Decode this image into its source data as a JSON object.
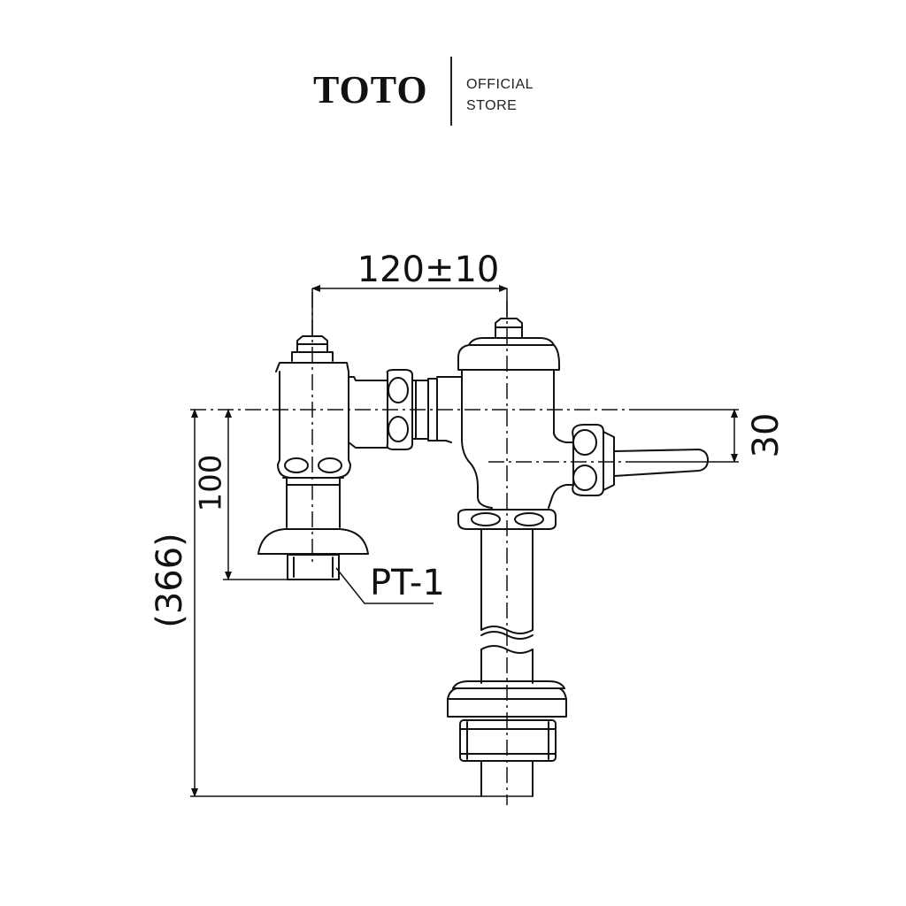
{
  "header": {
    "brand": "TOTO",
    "store_line1": "OFFICIAL",
    "store_line2": "STORE"
  },
  "drawing": {
    "dimensions": {
      "horizontal": "120±10",
      "lever_height": "30",
      "inlet_height": "100",
      "overall_height": "(366)"
    },
    "callout": "PT-1"
  },
  "colors": {
    "line": "#111111",
    "background": "#ffffff"
  }
}
